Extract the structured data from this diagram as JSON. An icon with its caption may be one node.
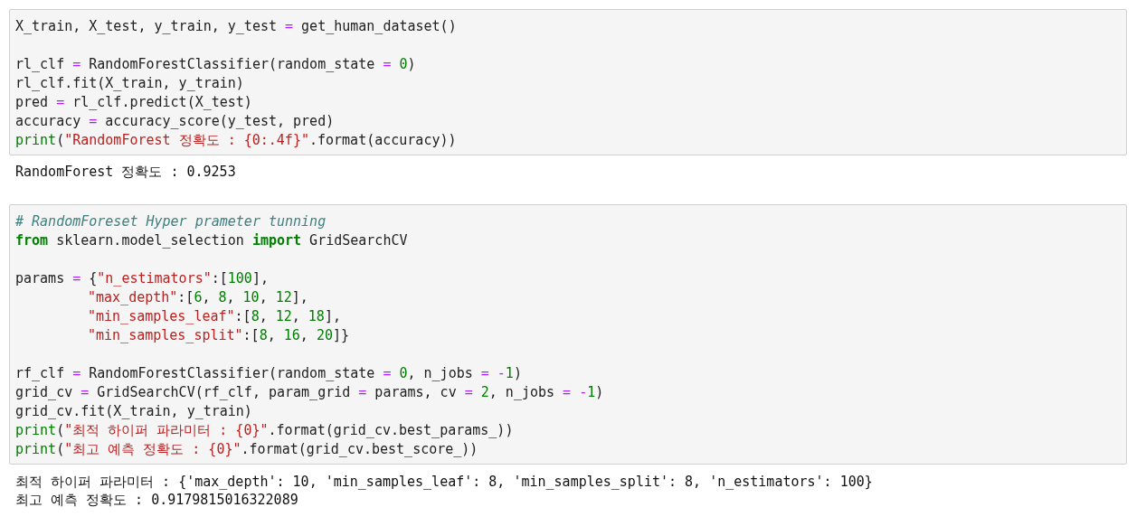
{
  "diagram": {
    "nodes": [
      {
        "text": [
          "X_train, X_test, y_train, y_test = get_human_dataset()",
          "rl_clf = RandomForestClassifier(random_state = 0)",
          "rl_clf.fit(X_train, y_train)",
          "pred = rl_clf.predict(X_test)",
          "accuracy = accuracy_score(y_test, pred)",
          "print(\"RandomForest 정확도 : {0:.4f}\".format(accuracy))"
        ]
      },
      {
        "text": [
          "# RandomForeset Hyper prameter tunning",
          "from sklearn.model_selection import GridSearchCV",
          "params = {\"n_estimators\":[100],",
          "\"max_depth\":[6, 8, 10, 12],",
          "\"min_samples_leaf\":[8, 12, 18],",
          "\"min_samples_split\":[8, 16, 20]}",
          "rf_clf = RandomForestClassifier(random_state = 0, n_jobs = -1)",
          "grid_cv = GridSearchCV(rf_clf, param_grid = params, cv = 2, n_jobs = -1)",
          "grid_cv.fit(X_train, y_train)",
          "print(\"최적 하이퍼 파라미터 : {0}\".format(grid_cv.best_params_))",
          "print(\"최고 예측 정확도 : {0}\".format(grid_cv.best_score_))"
        ]
      }
    ],
    "labels": [
      "RandomForest 정확도 : 0.9253",
      "최적 하이퍼 파라미터 : {'max_depth': 10, 'min_samples_leaf': 8, 'min_samples_split': 8, 'n_estimators': 100}",
      "최고 예측 정확도 : 0.9179815016322089"
    ]
  }
}
